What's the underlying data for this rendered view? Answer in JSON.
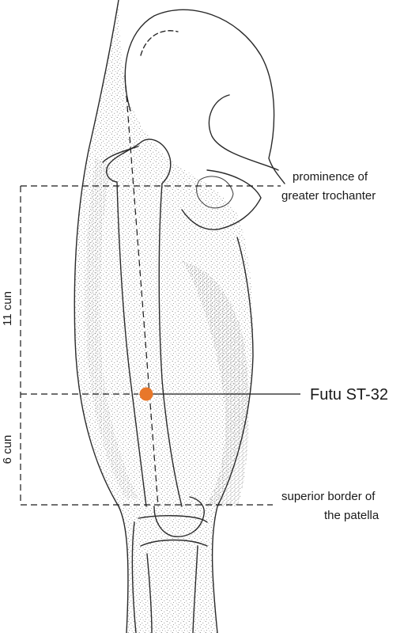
{
  "labels": {
    "trochanter_line1": "prominence of",
    "trochanter_line2": "greater trochanter",
    "point_name": "Futu ST-32",
    "patella_line1": "superior border of",
    "patella_line2": "the patella",
    "upper_measure": "11 cun",
    "lower_measure": "6 cun"
  },
  "colors": {
    "point": "#e8772a",
    "lines": "#1a1a1a",
    "stipple": "#6b6b6b"
  }
}
